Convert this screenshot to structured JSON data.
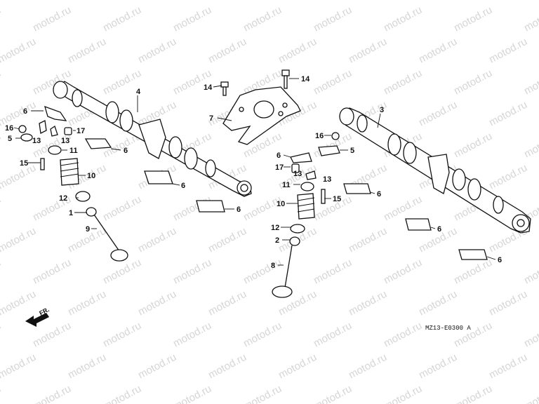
{
  "watermark": {
    "text": "motod.ru"
  },
  "diagram_code": "MZ13-E0300 A",
  "direction_label": "FR.",
  "callouts": [
    {
      "id": "c-6a",
      "text": "6"
    },
    {
      "id": "c-16a",
      "text": "16"
    },
    {
      "id": "c-5a",
      "text": "5"
    },
    {
      "id": "c-13a",
      "text": "13"
    },
    {
      "id": "c-13b",
      "text": "13"
    },
    {
      "id": "c-17a",
      "text": "17"
    },
    {
      "id": "c-11a",
      "text": "11"
    },
    {
      "id": "c-15a",
      "text": "15"
    },
    {
      "id": "c-10a",
      "text": "10"
    },
    {
      "id": "c-12a",
      "text": "12"
    },
    {
      "id": "c-1",
      "text": "1"
    },
    {
      "id": "c-9",
      "text": "9"
    },
    {
      "id": "c-4",
      "text": "4"
    },
    {
      "id": "c-6b",
      "text": "6"
    },
    {
      "id": "c-6c",
      "text": "6"
    },
    {
      "id": "c-6d",
      "text": "6"
    },
    {
      "id": "c-14a",
      "text": "14"
    },
    {
      "id": "c-14b",
      "text": "14"
    },
    {
      "id": "c-7",
      "text": "7"
    },
    {
      "id": "c-3",
      "text": "3"
    },
    {
      "id": "c-16b",
      "text": "16"
    },
    {
      "id": "c-6e",
      "text": "6"
    },
    {
      "id": "c-5b",
      "text": "5"
    },
    {
      "id": "c-17b",
      "text": "17"
    },
    {
      "id": "c-13c",
      "text": "13"
    },
    {
      "id": "c-13d",
      "text": "13"
    },
    {
      "id": "c-11b",
      "text": "11"
    },
    {
      "id": "c-6f",
      "text": "6"
    },
    {
      "id": "c-10b",
      "text": "10"
    },
    {
      "id": "c-15b",
      "text": "15"
    },
    {
      "id": "c-12b",
      "text": "12"
    },
    {
      "id": "c-2",
      "text": "2"
    },
    {
      "id": "c-8",
      "text": "8"
    },
    {
      "id": "c-6g",
      "text": "6"
    },
    {
      "id": "c-6h",
      "text": "6"
    }
  ]
}
